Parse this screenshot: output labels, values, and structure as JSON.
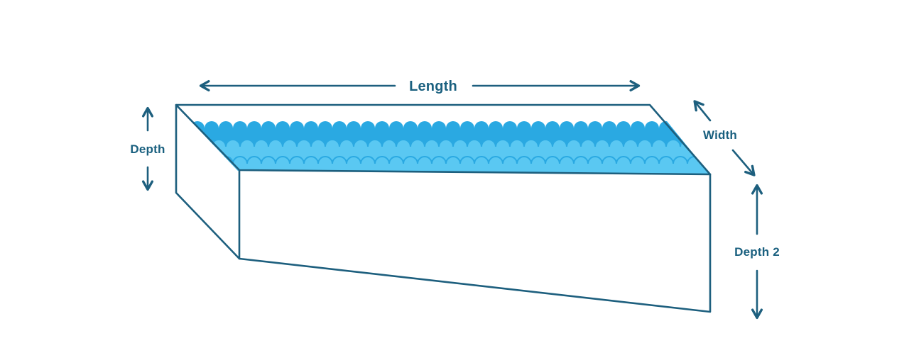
{
  "diagram": {
    "labels": {
      "length": "Length",
      "depth": "Depth",
      "width": "Width",
      "depth2": "Depth 2"
    },
    "colors": {
      "line": "#1d5f7e",
      "text": "#1a607f",
      "water_dark": "#2aa9e2",
      "water_light": "#5ac8f2",
      "background": "#ffffff"
    }
  }
}
